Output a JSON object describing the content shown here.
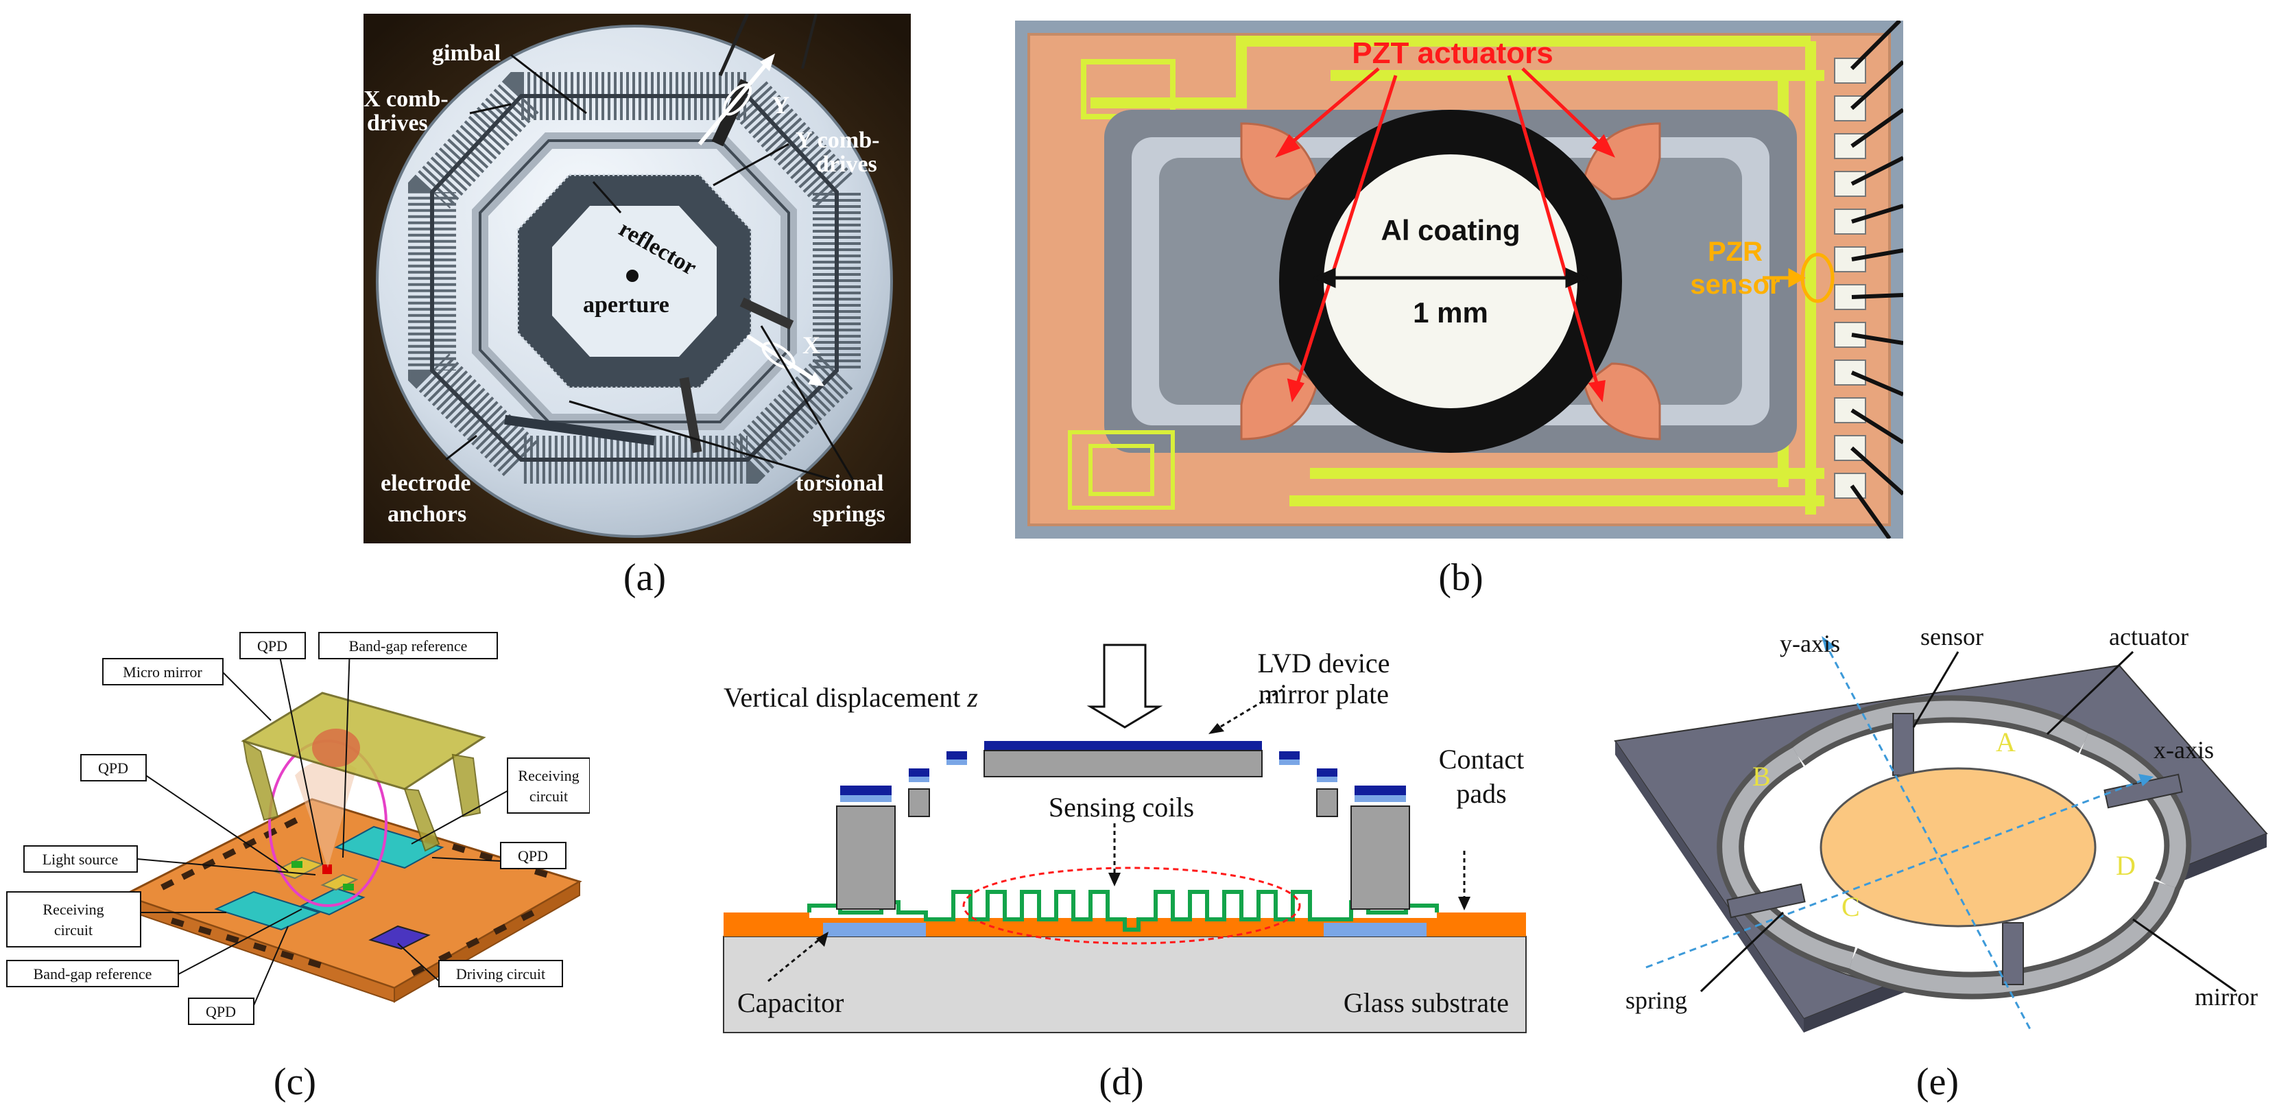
{
  "panel_a": {
    "caption": "(a)",
    "labels": {
      "gimbal": "gimbal",
      "x_comb_1": "X comb-",
      "x_comb_2": "drives",
      "y_comb_1": "Y comb-",
      "y_comb_2": "drives",
      "reflector": "reflector",
      "aperture": "aperture",
      "electrode_1": "electrode",
      "electrode_2": "anchors",
      "torsional_1": "torsional",
      "torsional_2": "springs",
      "axis_y": "Y",
      "axis_x": "X"
    }
  },
  "panel_b": {
    "caption": "(b)",
    "labels": {
      "pzt": "PZT actuators",
      "al": "Al coating",
      "mm": "1 mm",
      "pzr_1": "PZR",
      "pzr_2": "sensor"
    },
    "colors": {
      "pzt": "#ff1a1a",
      "pzr": "#ffb000"
    }
  },
  "panel_c": {
    "caption": "(c)",
    "labels": {
      "qpd_top": "QPD",
      "bandgap_top": "Band-gap reference",
      "micro_mirror": "Micro mirror",
      "qpd_left": "QPD",
      "receiving_right_1": "Receiving",
      "receiving_right_2": "circuit",
      "qpd_right": "QPD",
      "light_source": "Light source",
      "receiving_left_1": "Receiving",
      "receiving_left_2": "circuit",
      "bandgap_bottom": "Band-gap reference",
      "driving_circuit": "Driving circuit",
      "qpd_bottom": "QPD"
    }
  },
  "panel_d": {
    "caption": "(d)",
    "labels": {
      "vertical": "Vertical displacement ",
      "z": "z",
      "lvd_1": "LVD device",
      "lvd_2": "mirror plate",
      "sensing": "Sensing coils",
      "contact_1": "Contact",
      "contact_2": "pads",
      "capacitor": "Capacitor",
      "glass": "Glass substrate"
    }
  },
  "panel_e": {
    "caption": "(e)",
    "labels": {
      "y_axis": "y-axis",
      "sensor": "sensor",
      "actuator": "actuator",
      "x_axis": "x-axis",
      "a": "A",
      "b": "B",
      "c": "C",
      "d": "D",
      "spring": "spring",
      "mirror": "mirror"
    }
  }
}
